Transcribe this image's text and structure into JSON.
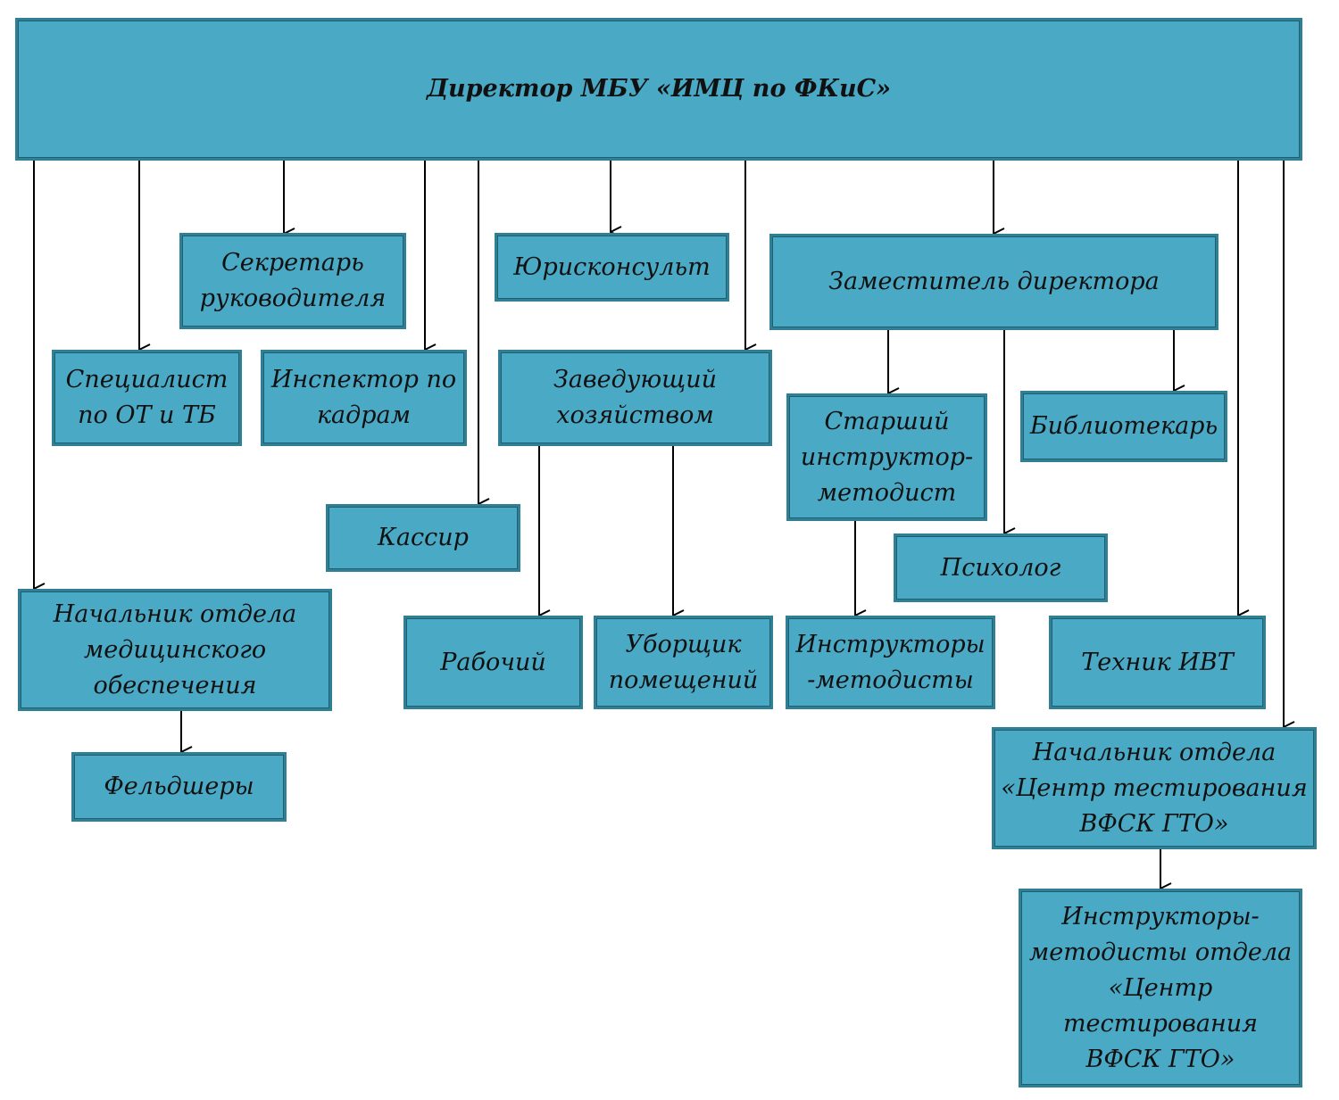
{
  "diagram": {
    "director": "Директор МБУ «ИМЦ по ФКиС»",
    "secretary": "Секретарь\nруководителя",
    "lawyer": "Юрисконсульт",
    "deputy": "Заместитель директора",
    "ot_specialist": "Специалист\nпо ОТ и ТБ",
    "hr_inspector": "Инспектор по\nкадрам",
    "housekeeper": "Заведующий\nхозяйством",
    "senior_instructor": "Старший\nинструктор-\nметодист",
    "librarian": "Библиотекарь",
    "cashier": "Кассир",
    "psychologist": "Психолог",
    "medical_head": "Начальник отдела\nмедицинского\nобеспечения",
    "worker": "Рабочий",
    "cleaner": "Уборщик\nпомещений",
    "instructors": "Инструкторы\n-методисты",
    "it_tech": "Техник ИВТ",
    "paramedics": "Фельдшеры",
    "gto_head": "Начальник отдела\n«Центр тестирования\nВФСК ГТО»",
    "gto_instructors": "Инструкторы-\nметодисты отдела\n«Центр\nтестирования\nВФСК ГТО»"
  }
}
